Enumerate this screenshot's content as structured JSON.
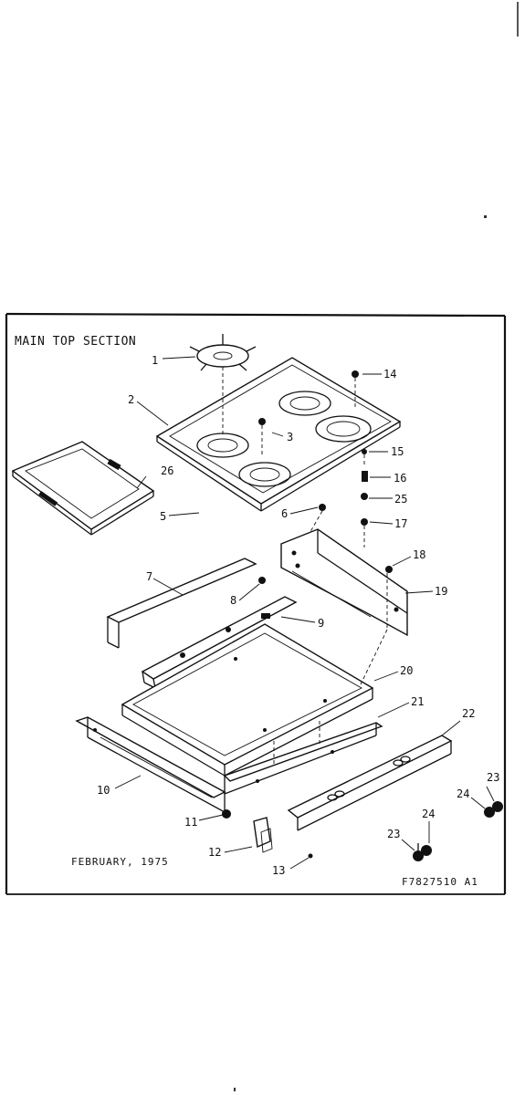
{
  "diagram": {
    "title": "MAIN TOP SECTION",
    "date": "FEBRUARY, 1975",
    "drawing_number": "F7827510 A1",
    "callouts": {
      "c1": "1",
      "c2": "2",
      "c3": "3",
      "c5": "5",
      "c6": "6",
      "c7": "7",
      "c8": "8",
      "c9": "9",
      "c10": "10",
      "c11": "11",
      "c12": "12",
      "c13": "13",
      "c14": "14",
      "c15": "15",
      "c16": "16",
      "c17": "17",
      "c18": "18",
      "c19": "19",
      "c20": "20",
      "c21": "21",
      "c22": "22",
      "c23a": "23",
      "c23b": "23",
      "c24a": "24",
      "c24b": "24",
      "c25": "25",
      "c26": "26"
    }
  }
}
